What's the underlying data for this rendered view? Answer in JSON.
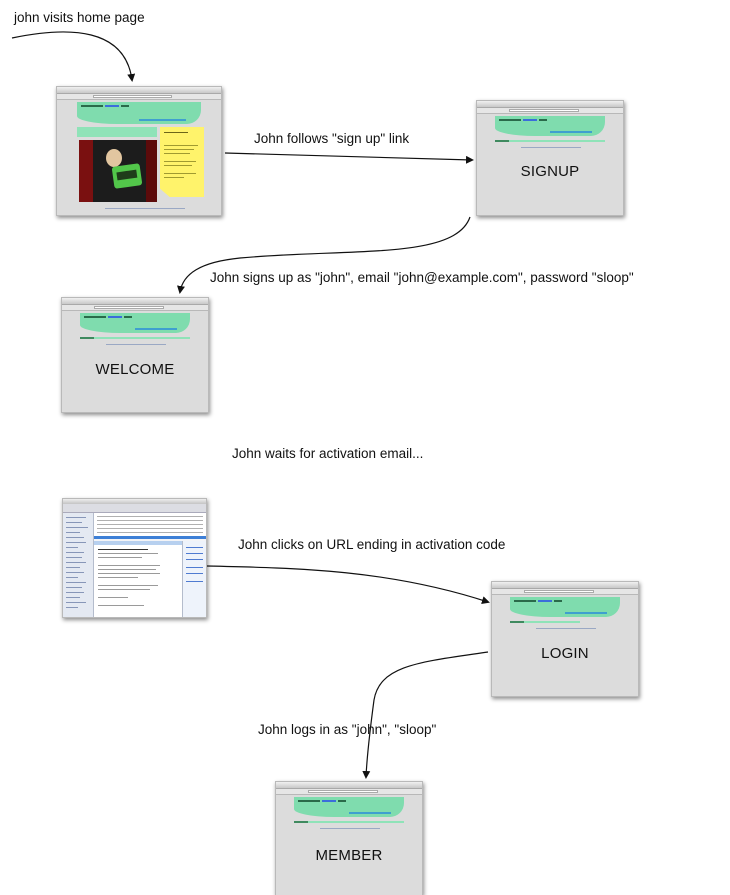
{
  "labels": {
    "home_visit": "john visits home page",
    "signup_link": "John follows \"sign up\" link",
    "signs_up": "John signs up as \"john\", email \"john@example.com\", password \"sloop\"",
    "waits": "John waits for activation email...",
    "clicks_url": "John clicks on URL ending in activation code",
    "logs_in": "John logs in as \"john\", \"sloop\""
  },
  "pages": {
    "signup": "SIGNUP",
    "welcome": "WELCOME",
    "login": "LOGIN",
    "member": "MEMBER"
  },
  "colors": {
    "banner": "#7fdcae",
    "page_bg": "#dcdcdc",
    "note": "#fff36b",
    "arrow": "#111111"
  }
}
